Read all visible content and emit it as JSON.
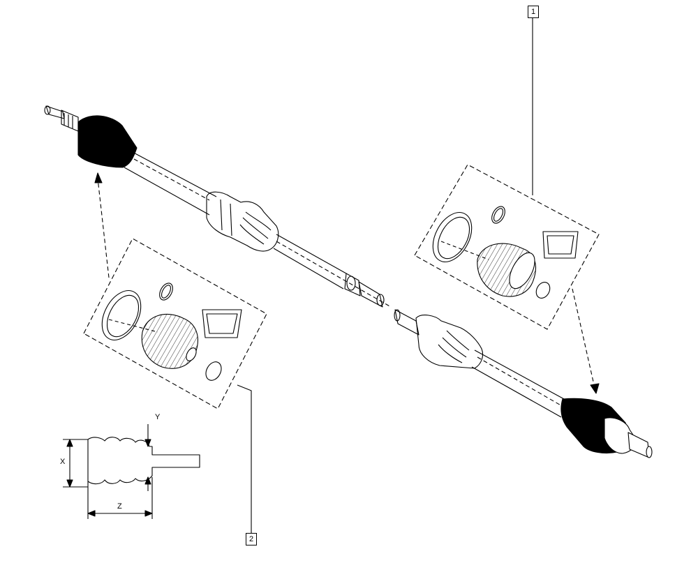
{
  "callouts": {
    "part1": "1",
    "part2": "2"
  },
  "dimensions": {
    "x": "X",
    "y": "Y",
    "z": "Z"
  },
  "colors": {
    "line": "#000000",
    "boot_fill": "#000000",
    "paper": "#ffffff"
  }
}
